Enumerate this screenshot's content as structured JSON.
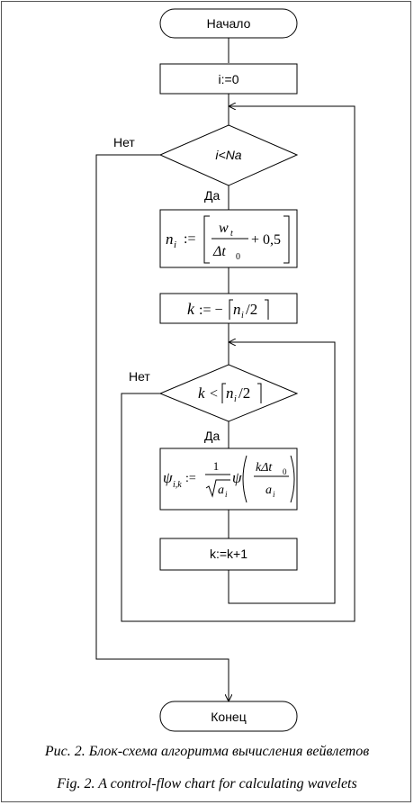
{
  "flowchart": {
    "start_label": "Начало",
    "init_label": "i:=0",
    "cond1_label": "i<Na",
    "no_label": "Нет",
    "yes_label": "Да",
    "ni_formula": {
      "lhs": "n",
      "lhs_sub": "i",
      "assign": ":=",
      "num": "w",
      "num_sub": "t",
      "den": "Δt",
      "den_sub": "0",
      "plus": "+ 0,5"
    },
    "k_init_formula": "k := −[n/2]",
    "cond2_formula": "k < [n/2]",
    "psi_formula": {
      "lhs": "ψ",
      "lhs_sub": "i,k",
      "assign": ":=",
      "one": "1",
      "sqrt_arg": "a",
      "sqrt_sub": "i",
      "psi": "ψ",
      "num": "kΔt",
      "num_sub": "0",
      "den": "a",
      "den_sub": "i"
    },
    "increment_label": "k:=k+1",
    "end_label": "Конец"
  },
  "caption": {
    "ru": "Рис. 2. Блок-схема алгоритма вычисления вейвлетов",
    "en": "Fig. 2. A control-flow chart for calculating wavelets"
  }
}
